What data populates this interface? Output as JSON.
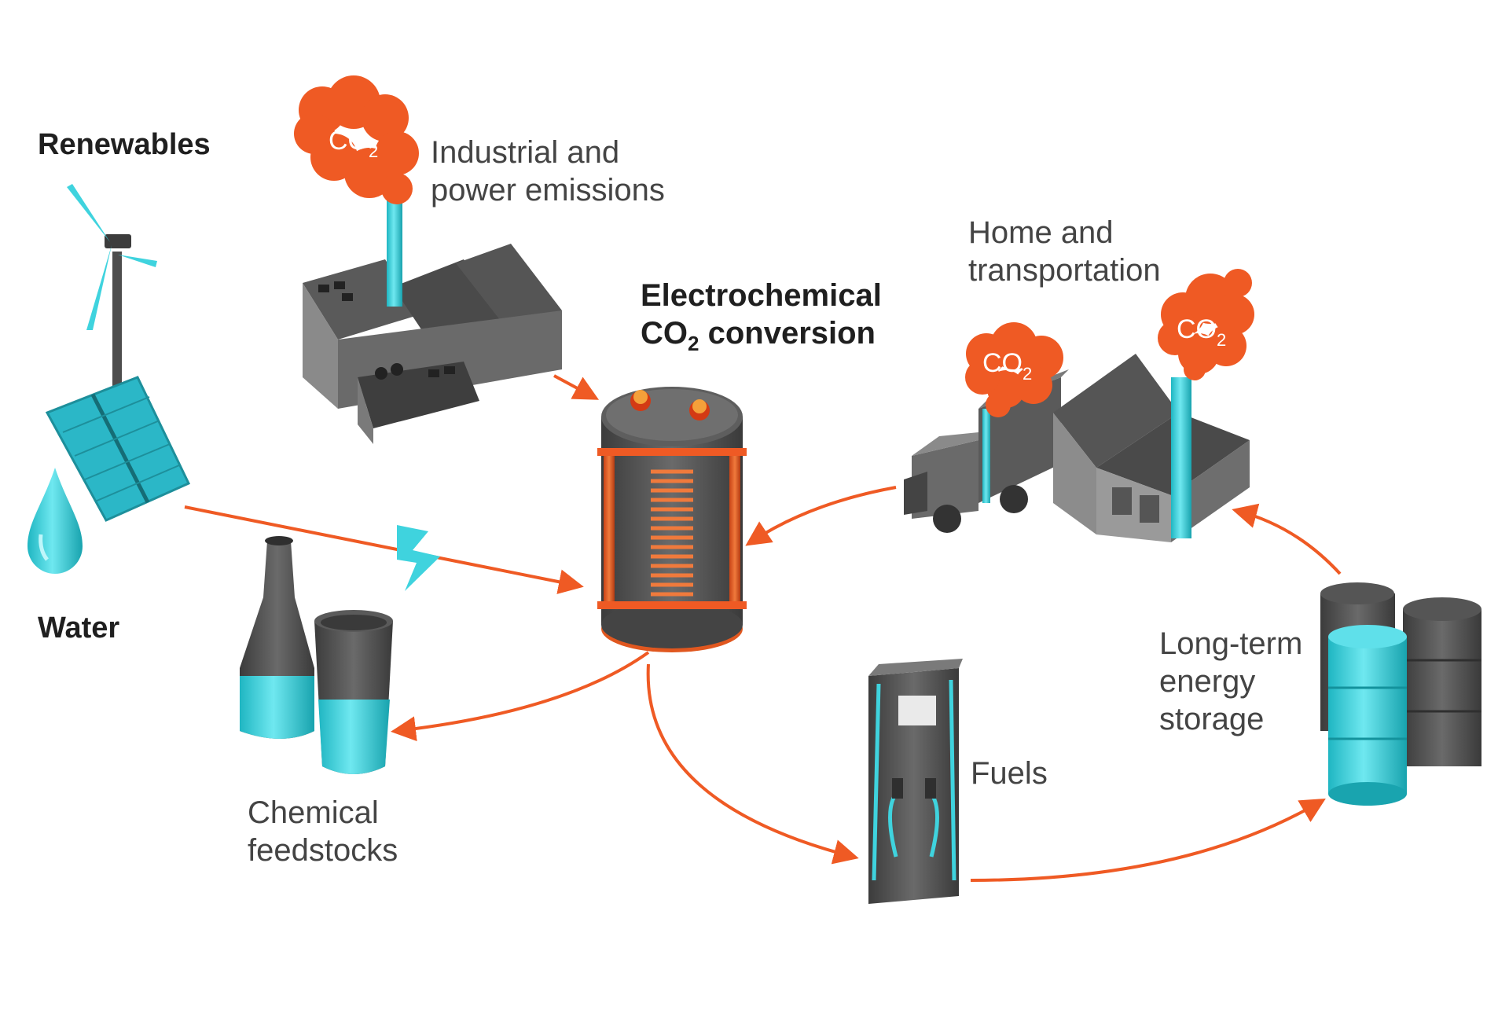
{
  "labels": {
    "renewables": "Renewables",
    "water": "Water",
    "industrial": [
      "Industrial and",
      "power emissions"
    ],
    "electrochemical_line1": "Electrochemical",
    "electrochemical_line2_prefix": "CO",
    "electrochemical_line2_sub": "2",
    "electrochemical_line2_suffix": " conversion",
    "home": [
      "Home and",
      "transportation"
    ],
    "chemical": [
      "Chemical",
      "feedstocks"
    ],
    "fuels": "Fuels",
    "storage": [
      "Long-term",
      "energy",
      "storage"
    ]
  },
  "co2_label": {
    "main": "CO",
    "sub": "2"
  },
  "colors": {
    "accent_orange": "#ef5a24",
    "teal": "#3fd3de",
    "dark_gray": "#4a4a4a",
    "mid_gray": "#6d6d6d"
  },
  "icons": [
    "wind-turbine-icon",
    "solar-panel-icon",
    "water-drop-icon",
    "factory-icon",
    "reactor-icon",
    "truck-icon",
    "house-icon",
    "flask-icon",
    "beaker-icon",
    "fuel-pump-icon",
    "barrel-icon",
    "lightning-icon"
  ]
}
